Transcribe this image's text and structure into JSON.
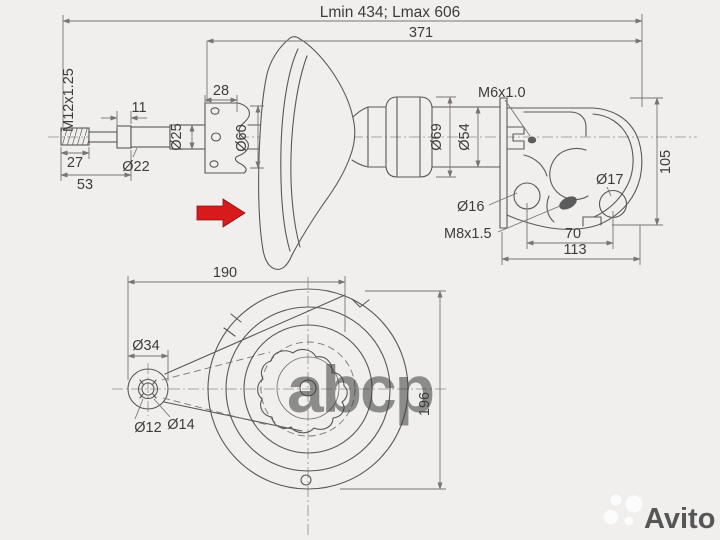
{
  "side_view": {
    "overall_length_label": "Lmin 434; Lmax 606",
    "body_length": "371",
    "rod_thread": "M12x1.25",
    "thread_length": "27",
    "rod_end_length": "53",
    "stop_width": "11",
    "rod_dia_22": "Ø22",
    "rod_dia_25": "Ø25",
    "upper_bracket_width": "28",
    "tube_dia_60": "Ø60",
    "spring_seat_thread": "M6x1.0",
    "body_dia_69": "Ø69",
    "body_dia_54": "Ø54",
    "knuckle_hole_16": "Ø16",
    "knuckle_thread": "M8x1.5",
    "knuckle_hole_17": "Ø17",
    "bracket_height": "105",
    "hole_spacing": "70",
    "bracket_width": "113"
  },
  "bottom_view": {
    "eye_to_center": "190",
    "eye_outer_dia": "Ø34",
    "eye_bore_dia_12": "Ø12",
    "eye_bore_dia_14": "Ø14",
    "seat_height": "196"
  },
  "watermarks": {
    "center_logo": "abcp",
    "corner_logo": "Avito"
  },
  "colors": {
    "background": "#f0efed",
    "part_line": "#585858",
    "dimension_line": "#7a7370",
    "text": "#3c3c3c",
    "arrow_red": "#d81a1a",
    "watermark_gray": "#909090",
    "watermark_white": "#ffffff"
  }
}
